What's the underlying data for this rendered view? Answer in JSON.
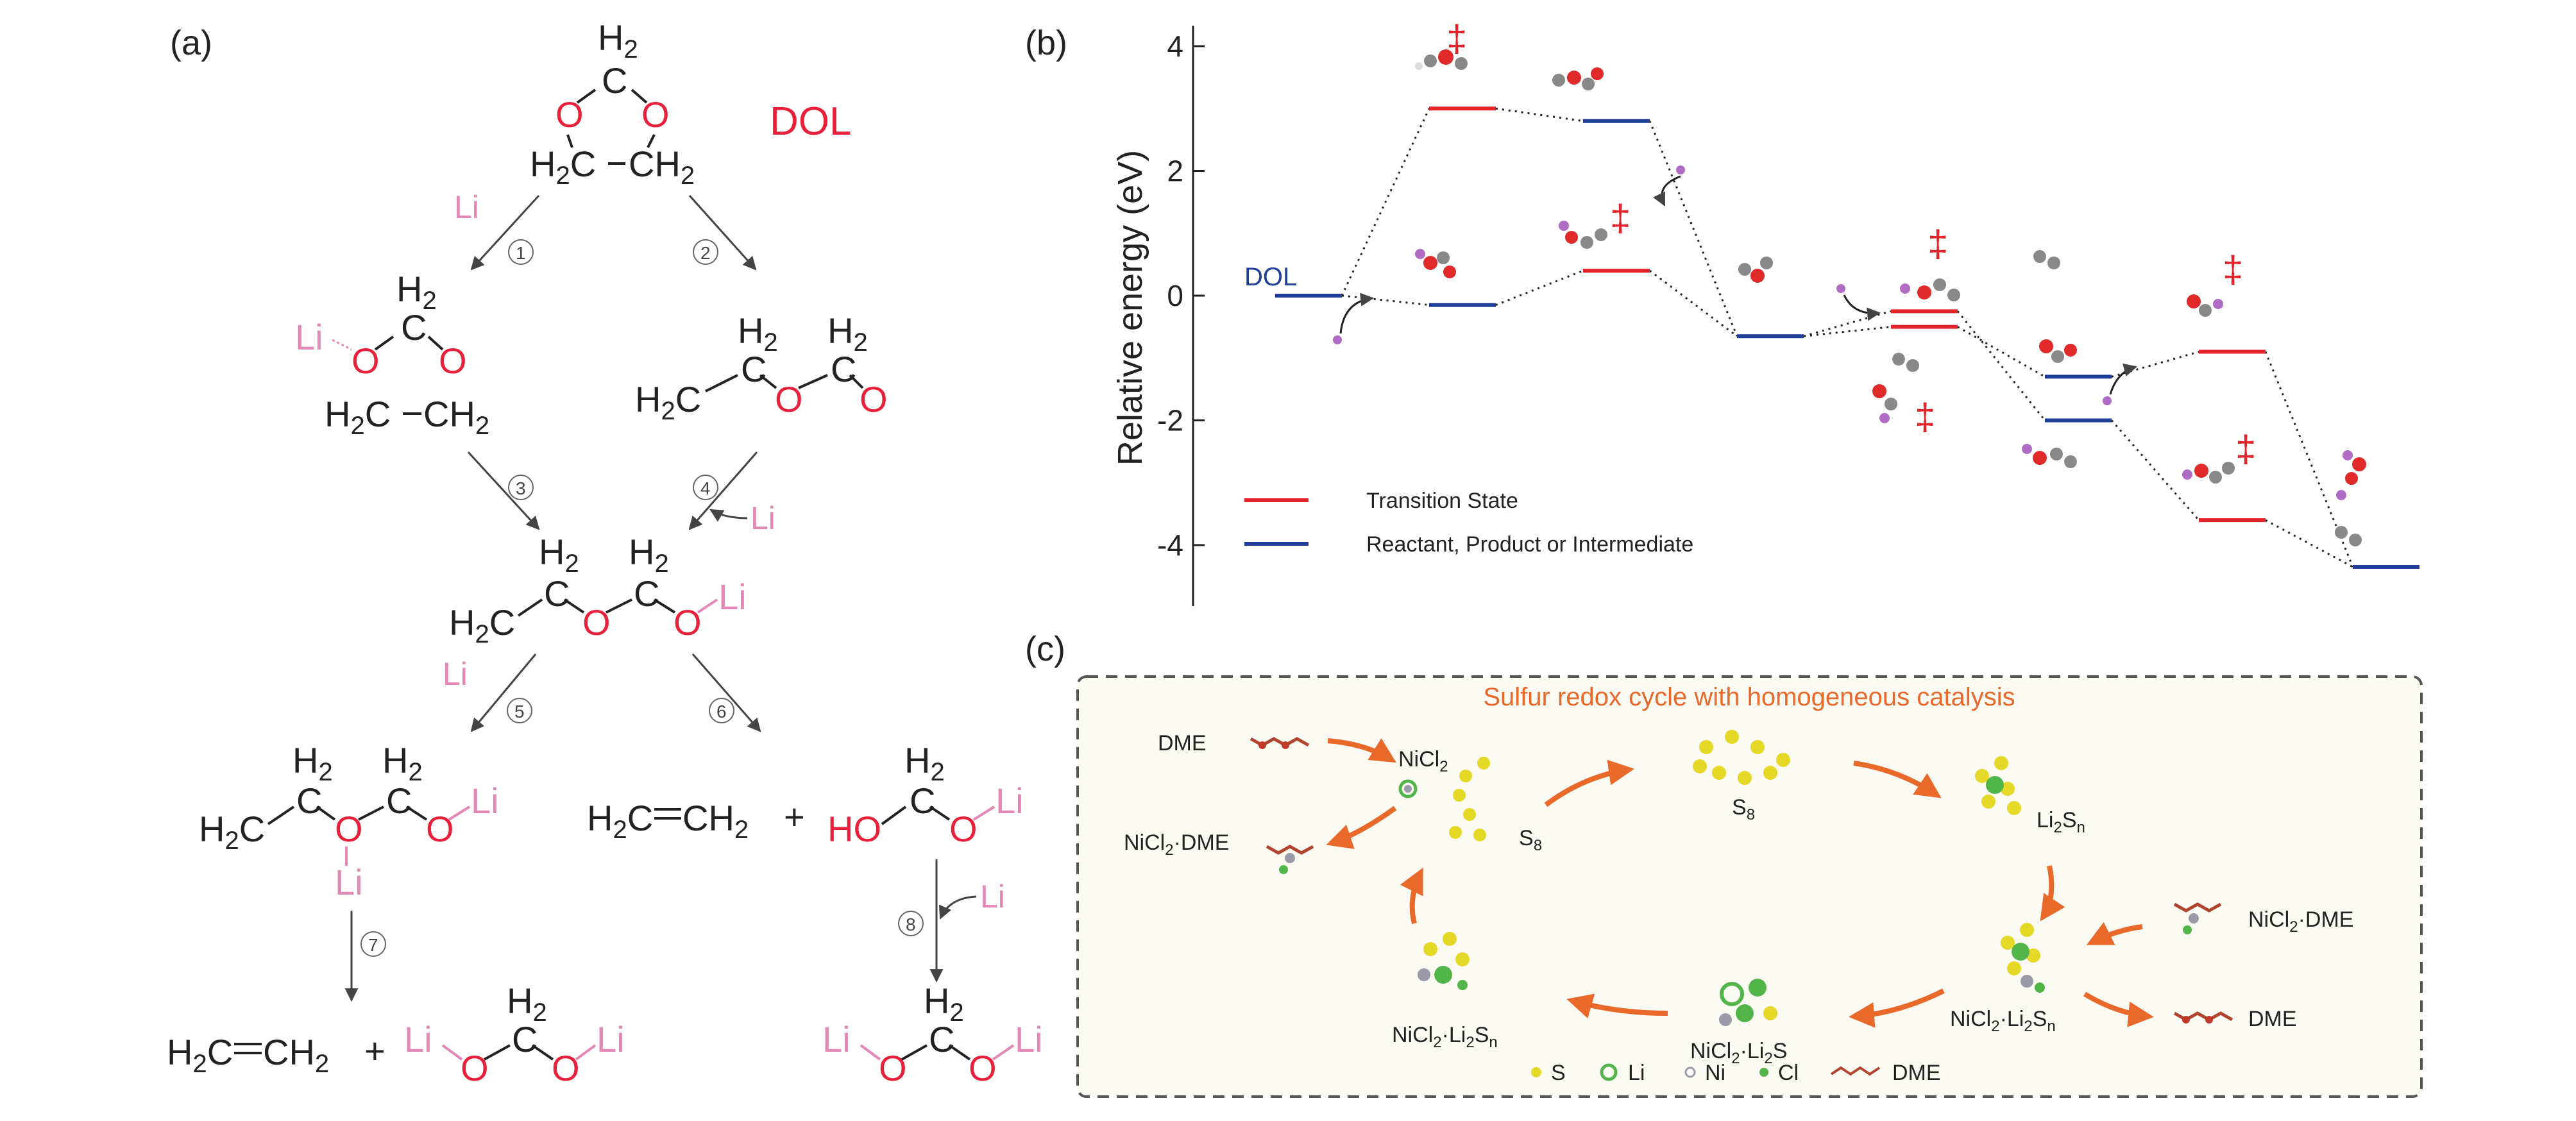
{
  "colors": {
    "black": "#222222",
    "red": "#e8203a",
    "pink": "#e487b6",
    "blue": "#1f3f9b",
    "ts_red": "#e32329",
    "orange": "#e8692a",
    "s_yellow": "#e5d826",
    "li_green": "#52b54a",
    "ni_gray": "#9a9aa8",
    "box_bg": "#fbfaf3"
  },
  "panel_a": {
    "label": "(a)",
    "dol_label": "DOL",
    "atoms": {
      "h2": "H",
      "h2_sub": "2",
      "c": "C",
      "o": "O",
      "li": "Li",
      "ho": "HO"
    },
    "steps": [
      "1",
      "2",
      "3",
      "4",
      "5",
      "6",
      "7",
      "8"
    ],
    "plus": "+"
  },
  "panel_b": {
    "label": "(b)",
    "dagger": "‡",
    "dol_tag": "DOL",
    "chart_data": {
      "type": "line",
      "ylabel": "Relative energy (eV)",
      "ylim": [
        -5,
        4
      ],
      "yticks": [
        4,
        2,
        0,
        -2,
        -4
      ],
      "legend": {
        "placement": "bottom-left",
        "entries": [
          {
            "name": "Transition State",
            "color": "#e32329"
          },
          {
            "name": "Reactant, Product or Intermediate",
            "color": "#1f3f9b"
          }
        ]
      },
      "levels": [
        {
          "x": 1,
          "y": 0.0,
          "kind": "intermediate"
        },
        {
          "x": 2,
          "y": 3.0,
          "kind": "transition"
        },
        {
          "x": 2,
          "y": -0.15,
          "kind": "intermediate"
        },
        {
          "x": 3,
          "y": 2.8,
          "kind": "intermediate"
        },
        {
          "x": 3,
          "y": 0.4,
          "kind": "transition"
        },
        {
          "x": 4,
          "y": -0.65,
          "kind": "intermediate"
        },
        {
          "x": 5,
          "y": -0.25,
          "kind": "transition"
        },
        {
          "x": 5,
          "y": -0.5,
          "kind": "transition"
        },
        {
          "x": 6,
          "y": -1.3,
          "kind": "intermediate"
        },
        {
          "x": 6,
          "y": -2.0,
          "kind": "intermediate"
        },
        {
          "x": 7,
          "y": -0.9,
          "kind": "transition"
        },
        {
          "x": 7,
          "y": -3.6,
          "kind": "transition"
        },
        {
          "x": 8,
          "y": -4.35,
          "kind": "intermediate"
        }
      ]
    }
  },
  "panel_c": {
    "label": "(c)",
    "title": "Sulfur redox cycle with homogeneous catalysis",
    "dme": "DME",
    "nicl2": "NiCl",
    "nicl2_sub": "2",
    "s8": "S",
    "s8_sub": "8",
    "li2sn": "Li",
    "li2sn_sub": "2",
    "li2sn_s": "S",
    "li2sn_n": "n",
    "nicl2dme": "NiCl",
    "nicl2dme_rest": "·DME",
    "nicl2li2sn": "NiCl",
    "nicl2li2sn_mid": "·Li",
    "nicl2li2s": "NiCl",
    "nicl2li2s_mid": "·Li",
    "nicl2li2s_end": "S",
    "legend": {
      "s": "S",
      "li": "Li",
      "ni": "Ni",
      "cl": "Cl",
      "dme": "DME"
    }
  }
}
